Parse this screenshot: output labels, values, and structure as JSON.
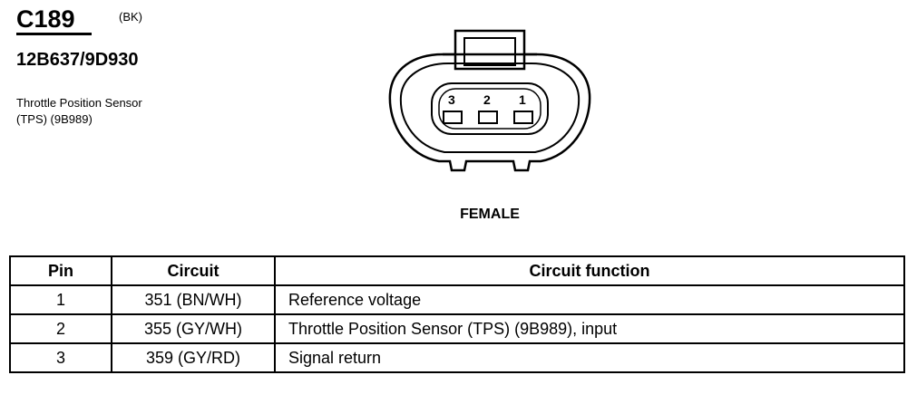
{
  "connector": {
    "id": "C189",
    "color_code": "(BK)",
    "part_number": "12B637/9D930",
    "description_line1": "Throttle Position Sensor",
    "description_line2": "(TPS) (9B989)",
    "gender": "FEMALE",
    "pin_labels": [
      "3",
      "2",
      "1"
    ]
  },
  "table": {
    "headers": [
      "Pin",
      "Circuit",
      "Circuit function"
    ],
    "rows": [
      {
        "pin": "1",
        "circuit": "351 (BN/WH)",
        "function": "Reference voltage"
      },
      {
        "pin": "2",
        "circuit": "355 (GY/WH)",
        "function": "Throttle Position Sensor (TPS) (9B989), input"
      },
      {
        "pin": "3",
        "circuit": "359 (GY/RD)",
        "function": "Signal return"
      }
    ]
  }
}
